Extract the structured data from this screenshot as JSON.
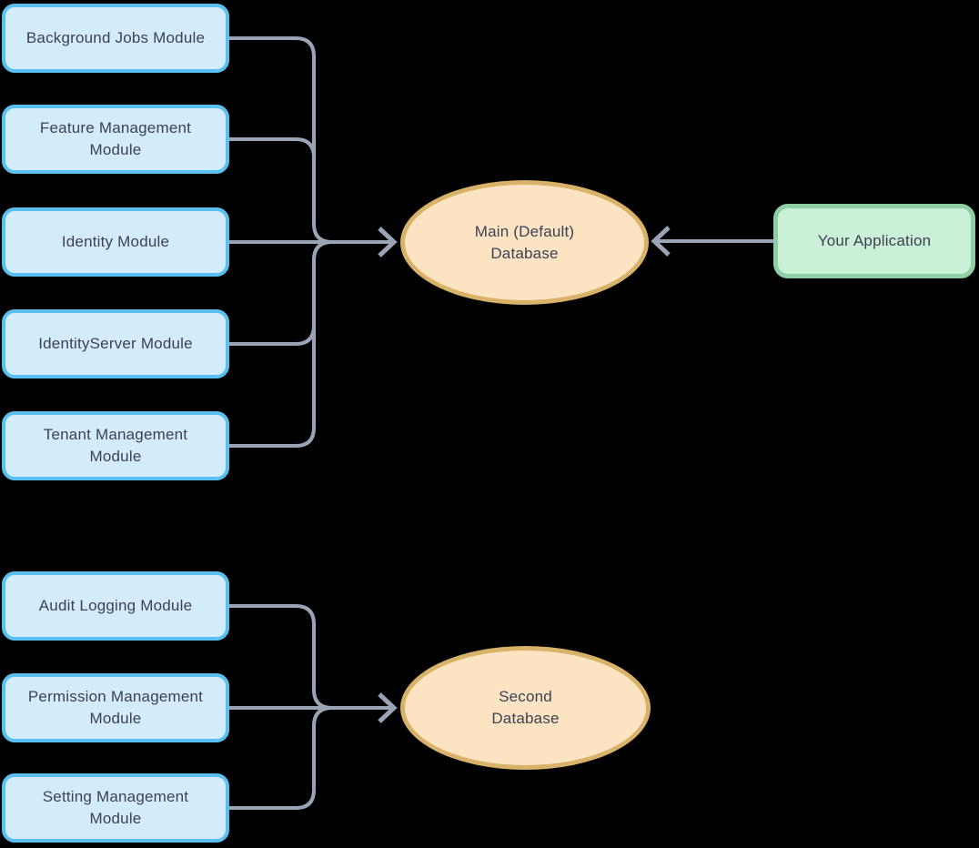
{
  "diagram": {
    "top_group": {
      "modules": [
        "Background Jobs Module",
        "Feature Management\nModule",
        "Identity Module",
        "IdentityServer Module",
        "Tenant Management\nModule"
      ],
      "database": "Main (Default)\nDatabase"
    },
    "bottom_group": {
      "modules": [
        "Audit Logging Module",
        "Permission Management\nModule",
        "Setting Management\nModule"
      ],
      "database": "Second\nDatabase"
    },
    "application": {
      "label": "Your Application"
    },
    "colors": {
      "background": "#000000",
      "module_fill": "#d3ecfc",
      "module_border": "#5bc0ef",
      "database_fill": "#fce4c3",
      "database_border": "#d9b269",
      "application_fill": "#cbf0d8",
      "application_border": "#90cfa6",
      "connector": "#9aa4b7",
      "text": "#3b4252"
    }
  }
}
